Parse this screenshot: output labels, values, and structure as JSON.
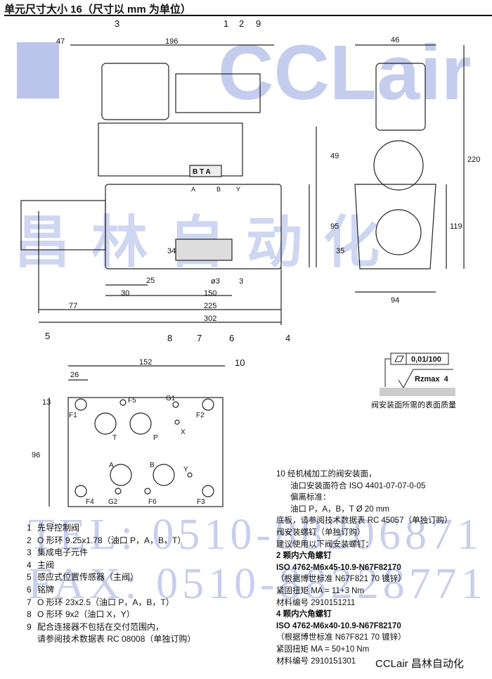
{
  "title": "单元尺寸大小 16（尺寸以 mm 为单位）",
  "watermark": {
    "logo": "CCLair",
    "logo_cn": "昌林自动化",
    "tel": "TEL: 0510-88206871",
    "fax": "FAX: 0510-88228771"
  },
  "front_view": {
    "dims": {
      "d47": "47",
      "d196": "196",
      "d49": "49",
      "d95": "95",
      "d35": "35",
      "d34": "34",
      "d25": "25",
      "d30": "30",
      "d150": "150",
      "d225": "225",
      "d302": "302",
      "d77": "77",
      "dphi3": "ø3",
      "d3": "3"
    },
    "ports": {
      "a": "A",
      "b": "B",
      "y": "Y"
    },
    "nameplate": "B T A",
    "callouts": {
      "c1": "1",
      "c2": "2",
      "c3": "3",
      "c9": "9",
      "c4": "4",
      "c5": "5",
      "c6": "6",
      "c7": "7",
      "c8": "8"
    }
  },
  "side_view": {
    "dims": {
      "d46": "46",
      "d220": "220",
      "d119": "119",
      "d94": "94"
    }
  },
  "plate_view": {
    "dims": {
      "d152": "152",
      "d26": "26",
      "d13": "13",
      "d96": "96"
    },
    "callout": "10",
    "ports": {
      "f1": "F1",
      "f5": "F5",
      "g1": "G1",
      "f2": "F2",
      "t": "T",
      "p": "P",
      "x": "X",
      "a": "A",
      "b": "B",
      "y": "Y",
      "f4": "F4",
      "g2": "G2",
      "f6": "F6",
      "f3": "F3"
    }
  },
  "surface": {
    "flatness": "0,01/100",
    "roughness": "Rzmax  4",
    "caption": "阀安装面所需的表面质量"
  },
  "legend": [
    {
      "n": "1",
      "text": "先导控制阀"
    },
    {
      "n": "2",
      "text": "O 形环 9.25x1.78（油口 P，A，B，T）"
    },
    {
      "n": "3",
      "text": "集成电子元件"
    },
    {
      "n": "4",
      "text": "主阀"
    },
    {
      "n": "5",
      "text": "感应式位置传感器（主阀）"
    },
    {
      "n": "6",
      "text": "铭牌"
    },
    {
      "n": "7",
      "text": "O 形环 23x2.5（油口 P，A，B，T）"
    },
    {
      "n": "8",
      "text": "O 形环 9x2（油口 X，Y）"
    },
    {
      "n": "9",
      "text": "配合连接器不包括在交付范围内，",
      "text2": "请参阅技术数据表 RC 08008（单独订购）"
    }
  ],
  "notes": {
    "n10_num": "10",
    "n10_l1": "经机械加工的阀安装面，",
    "n10_l2": "油口安装面符合 ISO 4401-07-07-0-05",
    "n10_l3": "偏离标准：",
    "n10_l4": "油口 P，A，B，T Ø 20 mm",
    "subplate": "底板，请参阅技术数据表 RC 45057（单独订购）",
    "screws": "阀安装螺钉（单独订购）",
    "recommend": "建议使用以下阀安装螺钉：",
    "s1_title": "2 颗内六角螺钉",
    "s1_iso": "ISO 4762-M6x45-10.9-N67F82170",
    "s1_std": "（根据博世标准 N67F821 70 镀锌）",
    "s1_torque": "紧固扭矩 MA = 11+3 Nm",
    "s1_mat": "材料编号 2910151211",
    "s2_title": "4 颗内六角螺钉",
    "s2_iso": "ISO 4762-M6x40-10.9-N67F82170",
    "s2_std": "（根据博世标准 N67F821 70 镀锌）",
    "s2_torque": "紧固扭矩 MA = 50+10 Nm",
    "s2_mat": "材料编号 2910151301"
  },
  "brand": "CCLair 昌林自动化"
}
